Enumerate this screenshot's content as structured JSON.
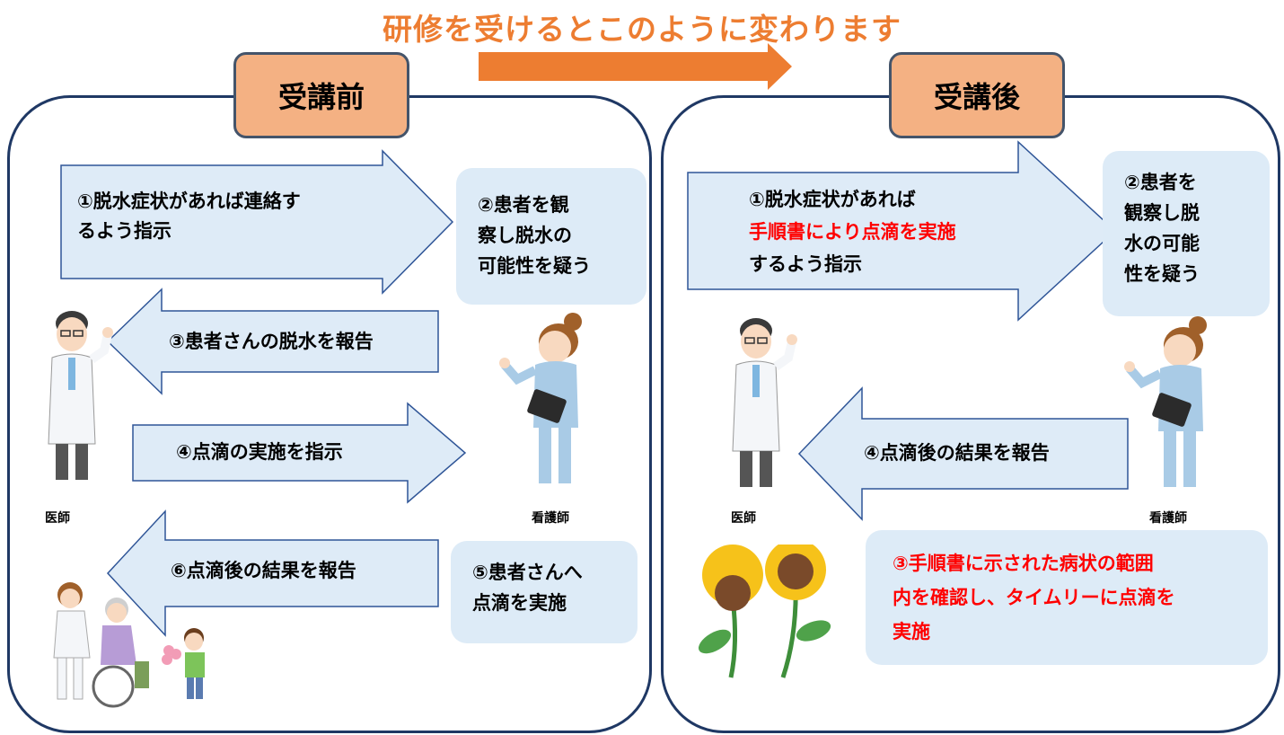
{
  "headline": "研修を受けるとこのように変わります",
  "before": {
    "tab": "受講前",
    "arrow1": {
      "line1": "①脱水症状があれば連絡す",
      "line2": "るよう指示"
    },
    "box2": {
      "line1": "②患者を観",
      "line2": "察し脱水の",
      "line3": "可能性を疑う"
    },
    "arrow3": "③患者さんの脱水を報告",
    "arrow4": "④点滴の実施を指示",
    "arrow6": "⑥点滴後の結果を報告",
    "box5": {
      "line1": "⑤患者さんへ",
      "line2": "点滴を実施"
    },
    "doctor_label": "医師",
    "nurse_label": "看護師"
  },
  "after": {
    "tab": "受講後",
    "arrow1": {
      "line1": "①脱水症状があれば",
      "line2": "手順書により点滴を実施",
      "line3": "するよう指示"
    },
    "box2": {
      "line1": "②患者を",
      "line2": "観察し脱",
      "line3": "水の可能",
      "line4": "性を疑う"
    },
    "arrow4": "④点滴後の結果を報告",
    "box3": {
      "line1": "③手順書に示された病状の範囲",
      "line2": "内を確認し、タイムリーに点滴を",
      "line3": "実施"
    },
    "doctor_label": "医師",
    "nurse_label": "看護師"
  },
  "colors": {
    "orange": "#ED7D31",
    "tab": "#F4B183",
    "panel_border": "#1F3864",
    "arrow_fill": "#DEEBF7",
    "arrow_stroke": "#2F5597",
    "red": "#FF0000"
  }
}
